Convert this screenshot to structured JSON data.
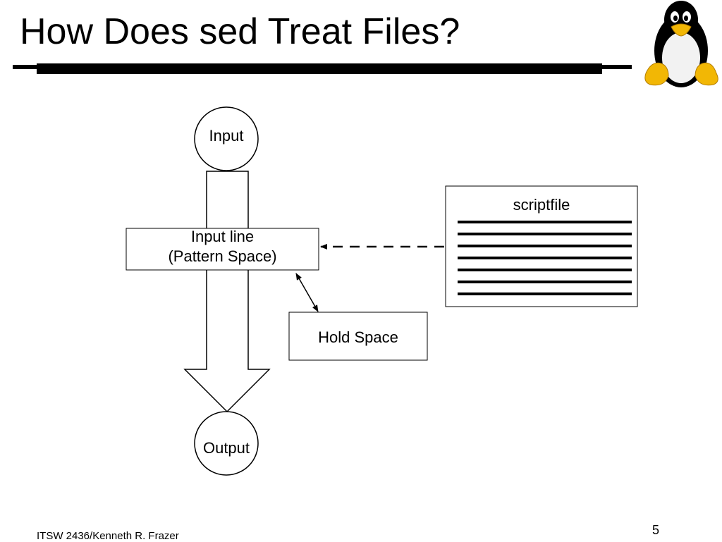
{
  "slide": {
    "title": "How Does sed Treat Files?",
    "footer": "ITSW 2436/Kenneth R. Frazer",
    "page_number": "5"
  },
  "diagram": {
    "input_label": "Input",
    "pattern_space_line1": "Input line",
    "pattern_space_line2": "(Pattern Space)",
    "hold_space_label": "Hold Space",
    "scriptfile_label": "scriptfile",
    "output_label": "Output"
  },
  "icons": {
    "logo": "linux-penguin-icon"
  }
}
